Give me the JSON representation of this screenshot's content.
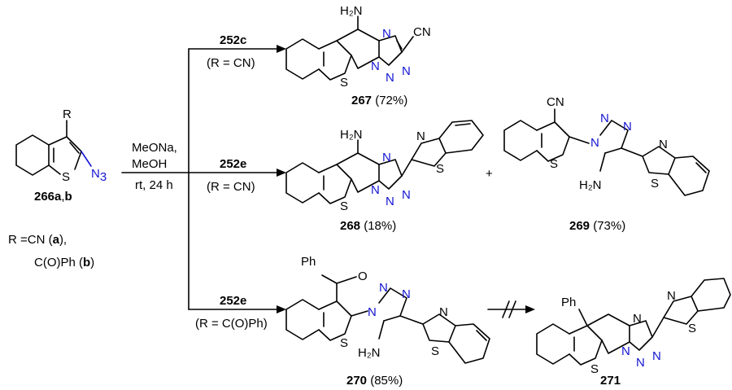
{
  "start": {
    "label_bold": "266a",
    "label_comma": ",",
    "label_bold2": "b",
    "r": "R",
    "n3_main": "N",
    "n3_sub": "3",
    "s": "S",
    "r_def_line1_pre": "R =CN (",
    "r_def_line1_bold": "a",
    "r_def_line1_post": "),",
    "r_def_line2_pre": "C(O)Ph (",
    "r_def_line2_bold": "b",
    "r_def_line2_post": ")"
  },
  "conditions": {
    "line1": "MeONa,",
    "line2": "MeOH",
    "line3": "rt, 24 h"
  },
  "arrows": {
    "top_reagent": "252c",
    "top_r": "(R = CN)",
    "mid_reagent": "252e",
    "mid_r": "(R = CN)",
    "bot_reagent": "252e",
    "bot_r": "(R = C(O)Ph)",
    "plus": "+"
  },
  "products": {
    "p267": {
      "id": "267",
      "yield": "(72%)",
      "h2n": "H₂N",
      "cn": "CN",
      "n": "N",
      "s": "S"
    },
    "p268": {
      "id": "268",
      "yield": "(18%)",
      "h2n": "H₂N",
      "n": "N",
      "s": "S"
    },
    "p269": {
      "id": "269",
      "yield": "(73%)",
      "cn": "CN",
      "h2n": "H₂N",
      "n": "N",
      "s": "S"
    },
    "p270": {
      "id": "270",
      "yield": "(85%)",
      "ph": "Ph",
      "o": "O",
      "h2n": "H₂N",
      "n": "N",
      "s": "S"
    },
    "p271": {
      "id": "271",
      "ph": "Ph",
      "n": "N",
      "s": "S"
    }
  }
}
